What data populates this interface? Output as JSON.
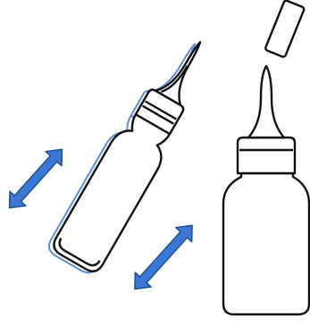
{
  "illustration": {
    "subjects": [
      "tilted-dropper-bottle",
      "upright-dropper-bottle",
      "removed-cap"
    ],
    "motion_indicator": "double-headed-arrows",
    "colors": {
      "outline": "#111111",
      "bottle_fill": "#ffffff",
      "motion_shadow": "#5b8fd9",
      "arrow_fill": "#3a78d4",
      "arrow_stroke": "#1f4f99"
    }
  }
}
